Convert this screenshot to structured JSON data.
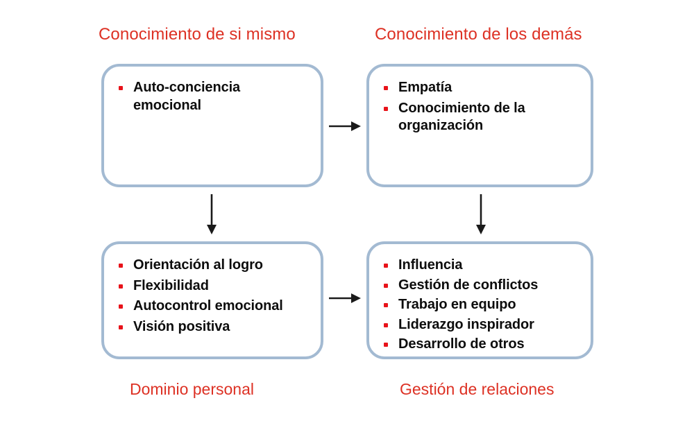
{
  "diagram": {
    "title_top_left": "Conocimiento de si mismo",
    "title_top_right": "Conocimiento de los demás",
    "label_bottom_left": "Dominio personal",
    "label_bottom_right": "Gestión de relaciones",
    "accent_color": "#dd3124",
    "bullet_color": "#e8131a",
    "box_border_color": "#a3bad2",
    "text_color": "#0d0d0d",
    "background_color": "#ffffff",
    "quadrants": {
      "top_left": {
        "items": [
          "Auto-conciencia emocional"
        ]
      },
      "top_right": {
        "items": [
          "Empatía",
          "Conocimiento de la organización"
        ]
      },
      "bottom_left": {
        "items": [
          "Orientación al logro",
          "Flexibilidad",
          "Autocontrol emocional",
          "Visión positiva"
        ]
      },
      "bottom_right": {
        "items": [
          "Influencia",
          "Gestión de conflictos",
          "Trabajo en equipo",
          "Liderazgo inspirador",
          "Desarrollo de otros"
        ]
      }
    },
    "arrows": [
      {
        "name": "arrow-top-left-to-top-right",
        "direction": "right"
      },
      {
        "name": "arrow-top-left-to-bottom-left",
        "direction": "down"
      },
      {
        "name": "arrow-top-right-to-bottom-right",
        "direction": "down"
      },
      {
        "name": "arrow-bottom-left-to-bottom-right",
        "direction": "right"
      }
    ]
  }
}
